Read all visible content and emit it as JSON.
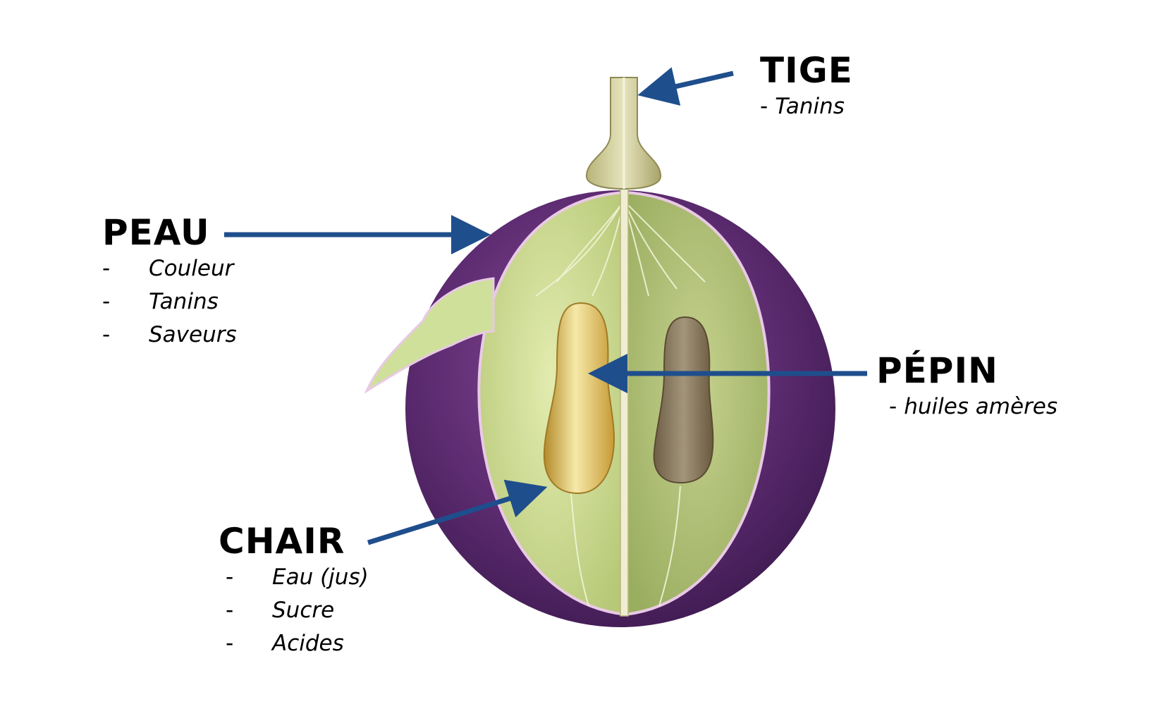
{
  "labels": {
    "tige": {
      "title": "TIGE",
      "items": [
        "Tanins"
      ]
    },
    "peau": {
      "title": "PEAU",
      "items": [
        "Couleur",
        "Tanins",
        "Saveurs"
      ]
    },
    "pepin": {
      "title": "PÉPIN",
      "items": [
        "huiles amères"
      ]
    },
    "chair": {
      "title": "CHAIR",
      "items": [
        "Eau (jus)",
        "Sucre",
        "Acides"
      ]
    }
  },
  "dash": "-",
  "colors": {
    "arrow": "#1f4e8c",
    "skin": "#5a2a6e",
    "flesh": "#c9d98a",
    "seed": "#d9b24a",
    "background": "#ffffff"
  }
}
